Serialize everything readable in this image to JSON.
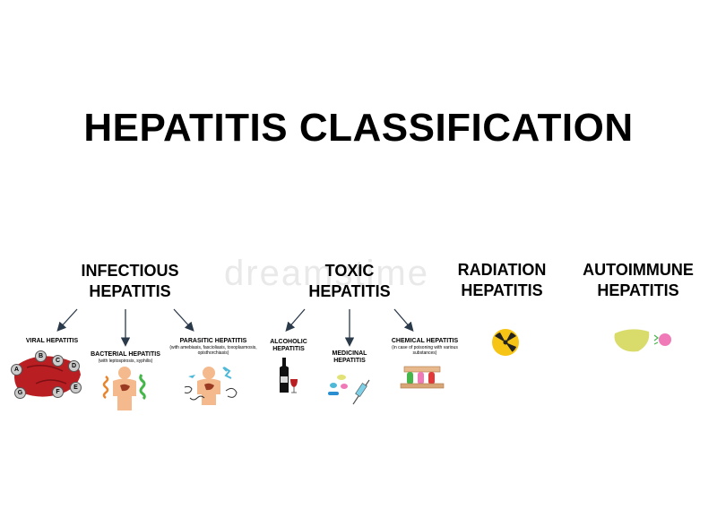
{
  "title": "HEPATITIS CLASSIFICATION",
  "watermark": "dreamstime",
  "categories": {
    "infectious": "INFECTIOUS\nHEPATITIS",
    "toxic": "TOXIC\nHEPATITIS",
    "radiation": "RADIATION\nHEPATITIS",
    "autoimmune": "AUTOIMMUNE\nHEPATITIS"
  },
  "subtypes": {
    "viral": {
      "label": "VIRAL HEPATITIS"
    },
    "bacterial": {
      "label": "BACTERIAL HEPATITIS",
      "note": "(with leptospirosis, syphilis)"
    },
    "parasitic": {
      "label": "PARASITIC HEPATITIS",
      "note": "(with amebiasis, fascioliasis, toxoplasmosis, opisthorchiasis)"
    },
    "alcoholic": {
      "label": "ALCOHOLIC\nHEPATITIS"
    },
    "medicinal": {
      "label": "MEDICINAL\nHEPATITIS"
    },
    "chemical": {
      "label": "CHEMICAL HEPATITIS",
      "note": "(in case of poisoning with various substances)"
    }
  },
  "virus_letters": [
    "A",
    "B",
    "C",
    "D",
    "E",
    "F",
    "G"
  ],
  "colors": {
    "liver_red": "#b81e22",
    "skin": "#f4b98d",
    "radiation_yellow": "#f6c415",
    "autoimmune_yellow": "#d9dc6a",
    "antibody_pink": "#f07ab8",
    "bacteria_orange": "#e8852b",
    "bacteria_green": "#45b649",
    "parasite_blue": "#4db8d8"
  }
}
